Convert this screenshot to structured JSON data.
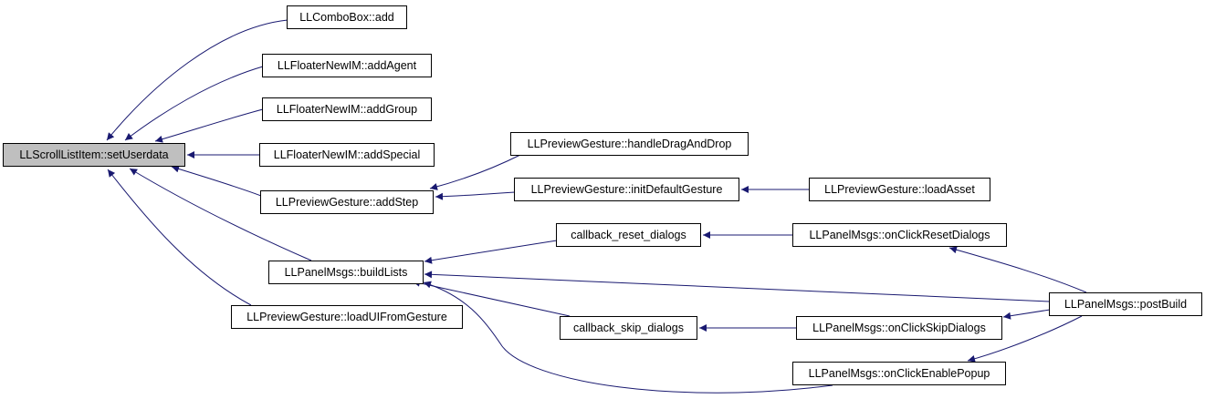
{
  "graph": {
    "edge_color": "#191970",
    "node_border_color": "#000000",
    "root_fill": "#bfbfbf",
    "node_fill": "#ffffff",
    "nodes": [
      {
        "id": "root",
        "label": "LLScrollListItem::setUserdata",
        "root": true
      },
      {
        "id": "combobox_add",
        "label": "LLComboBox::add"
      },
      {
        "id": "newim_addagent",
        "label": "LLFloaterNewIM::addAgent"
      },
      {
        "id": "newim_addgroup",
        "label": "LLFloaterNewIM::addGroup"
      },
      {
        "id": "newim_addspecial",
        "label": "LLFloaterNewIM::addSpecial"
      },
      {
        "id": "gesture_addstep",
        "label": "LLPreviewGesture::addStep"
      },
      {
        "id": "msgs_buildlists",
        "label": "LLPanelMsgs::buildLists"
      },
      {
        "id": "gesture_loadui",
        "label": "LLPreviewGesture::loadUIFromGesture"
      },
      {
        "id": "gesture_dragdrop",
        "label": "LLPreviewGesture::handleDragAndDrop"
      },
      {
        "id": "gesture_initdefault",
        "label": "LLPreviewGesture::initDefaultGesture"
      },
      {
        "id": "gesture_loadasset",
        "label": "LLPreviewGesture::loadAsset"
      },
      {
        "id": "cb_reset",
        "label": "callback_reset_dialogs"
      },
      {
        "id": "cb_skip",
        "label": "callback_skip_dialogs"
      },
      {
        "id": "msgs_onreset",
        "label": "LLPanelMsgs::onClickResetDialogs"
      },
      {
        "id": "msgs_onskip",
        "label": "LLPanelMsgs::onClickSkipDialogs"
      },
      {
        "id": "msgs_onpopup",
        "label": "LLPanelMsgs::onClickEnablePopup"
      },
      {
        "id": "msgs_postbuild",
        "label": "LLPanelMsgs::postBuild"
      }
    ],
    "edges": [
      {
        "from": "combobox_add",
        "to": "root"
      },
      {
        "from": "newim_addagent",
        "to": "root"
      },
      {
        "from": "newim_addgroup",
        "to": "root"
      },
      {
        "from": "newim_addspecial",
        "to": "root"
      },
      {
        "from": "gesture_addstep",
        "to": "root"
      },
      {
        "from": "msgs_buildlists",
        "to": "root"
      },
      {
        "from": "gesture_loadui",
        "to": "root"
      },
      {
        "from": "gesture_dragdrop",
        "to": "gesture_addstep"
      },
      {
        "from": "gesture_initdefault",
        "to": "gesture_addstep"
      },
      {
        "from": "gesture_loadasset",
        "to": "gesture_initdefault"
      },
      {
        "from": "cb_reset",
        "to": "msgs_buildlists"
      },
      {
        "from": "cb_skip",
        "to": "msgs_buildlists"
      },
      {
        "from": "msgs_postbuild",
        "to": "msgs_buildlists"
      },
      {
        "from": "msgs_onpopup",
        "to": "msgs_buildlists"
      },
      {
        "from": "msgs_onreset",
        "to": "cb_reset"
      },
      {
        "from": "msgs_onskip",
        "to": "cb_skip"
      },
      {
        "from": "msgs_postbuild",
        "to": "msgs_onreset"
      },
      {
        "from": "msgs_postbuild",
        "to": "msgs_onskip"
      },
      {
        "from": "msgs_postbuild",
        "to": "msgs_onpopup"
      }
    ]
  }
}
